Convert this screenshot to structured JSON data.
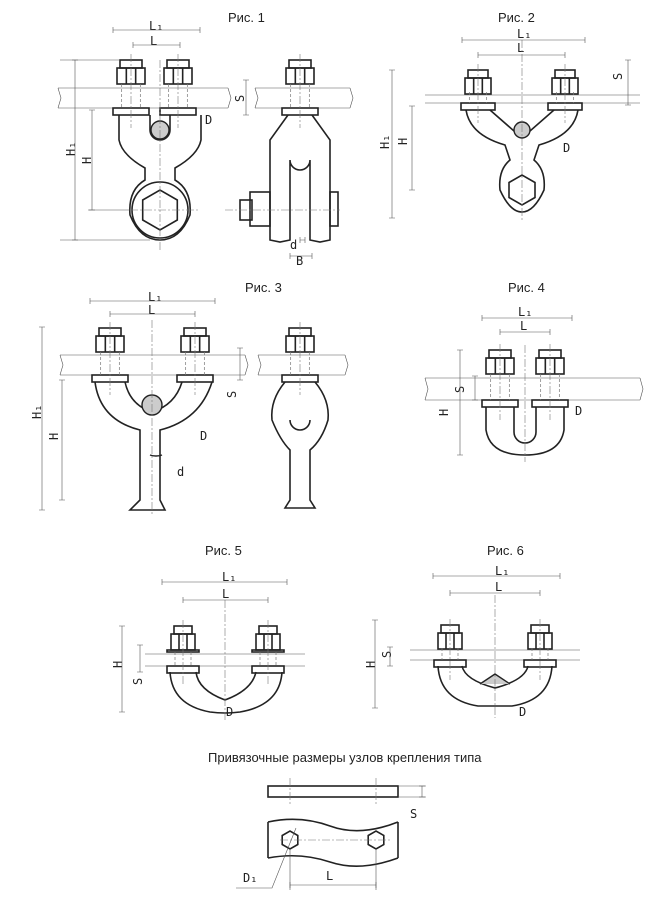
{
  "figures": [
    {
      "title": "Рис. 1",
      "labels": {
        "L1": "L₁",
        "L": "L",
        "S": "S",
        "D": "D",
        "H1": "H₁",
        "H": "H",
        "d": "d",
        "B": "B"
      }
    },
    {
      "title": "Рис. 2",
      "labels": {
        "L1": "L₁",
        "L": "L",
        "S": "S",
        "D": "D",
        "H1": "H₁",
        "H": "H"
      }
    },
    {
      "title": "Рис. 3",
      "labels": {
        "L1": "L₁",
        "L": "L",
        "S": "S",
        "D": "D",
        "H1": "H₁",
        "H": "H",
        "d": "d"
      }
    },
    {
      "title": "Рис. 4",
      "labels": {
        "L1": "L₁",
        "L": "L",
        "S": "S",
        "D": "D",
        "H": "H"
      }
    },
    {
      "title": "Рис. 5",
      "labels": {
        "L1": "L₁",
        "L": "L",
        "S": "S",
        "D": "D",
        "H": "H"
      }
    },
    {
      "title": "Рис. 6",
      "labels": {
        "L1": "L₁",
        "L": "L",
        "S": "S",
        "D": "D",
        "H": "H"
      }
    }
  ],
  "mounting": {
    "caption": "Привязочные размеры узлов крепления типа",
    "labels": {
      "S": "S",
      "D1": "D₁",
      "L": "L"
    }
  }
}
